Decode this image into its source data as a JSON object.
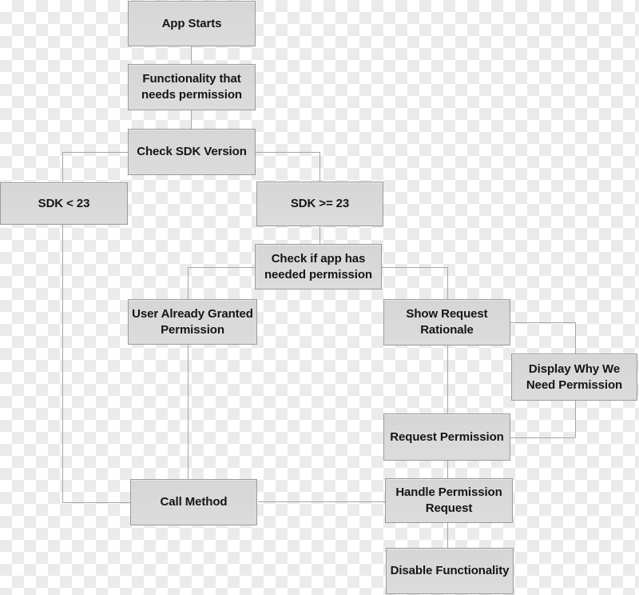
{
  "diagram": {
    "type": "flowchart",
    "topic": "App runtime permission handling flow"
  },
  "theme": {
    "box_fill": "#dcdcdc",
    "box_fill_top": "#d6d6d6",
    "box_border": "#9b9b9b",
    "line_color": "#a6a6a6",
    "text_color": "#151515",
    "checker_light": "#ffffff",
    "checker_dark": "#ebebeb"
  },
  "nodes": {
    "app_starts": {
      "label": "App Starts"
    },
    "functionality": {
      "label": "Functionality that needs permission"
    },
    "check_sdk_version": {
      "label": "Check SDK Version"
    },
    "sdk_lt_23": {
      "label": "SDK < 23"
    },
    "sdk_ge_23": {
      "label": "SDK >= 23"
    },
    "check_app_permission": {
      "label": "Check if app has needed permission"
    },
    "user_already_granted": {
      "label": "User Already Granted Permission"
    },
    "show_request_rationale": {
      "label": "Show Request Rationale"
    },
    "display_why": {
      "label": "Display Why We Need Permission"
    },
    "request_permission": {
      "label": "Request Permission"
    },
    "call_method": {
      "label": "Call Method"
    },
    "handle_permission_request": {
      "label": "Handle Permission Request"
    },
    "disable_functionality": {
      "label": "Disable Functionality"
    }
  },
  "edges": [
    {
      "from": "app_starts",
      "to": "functionality"
    },
    {
      "from": "functionality",
      "to": "check_sdk_version"
    },
    {
      "from": "check_sdk_version",
      "to": "sdk_lt_23"
    },
    {
      "from": "check_sdk_version",
      "to": "sdk_ge_23"
    },
    {
      "from": "sdk_ge_23",
      "to": "check_app_permission"
    },
    {
      "from": "check_app_permission",
      "to": "user_already_granted"
    },
    {
      "from": "check_app_permission",
      "to": "show_request_rationale"
    },
    {
      "from": "show_request_rationale",
      "to": "display_why"
    },
    {
      "from": "show_request_rationale",
      "to": "request_permission"
    },
    {
      "from": "display_why",
      "to": "request_permission"
    },
    {
      "from": "request_permission",
      "to": "handle_permission_request"
    },
    {
      "from": "sdk_lt_23",
      "to": "call_method"
    },
    {
      "from": "user_already_granted",
      "to": "call_method"
    },
    {
      "from": "call_method",
      "to": "handle_permission_request"
    },
    {
      "from": "handle_permission_request",
      "to": "disable_functionality"
    }
  ]
}
